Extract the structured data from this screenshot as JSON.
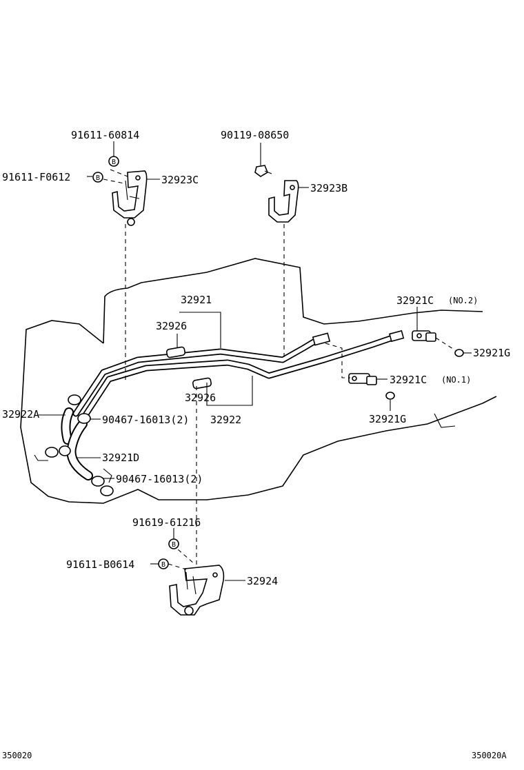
{
  "labels": {
    "p_9161160814": "91611-60814",
    "p_91611F0612": "91611-F0612",
    "p_32923C": "32923C",
    "p_9011908650": "90119-08650",
    "p_32923B": "32923B",
    "p_32921": "32921",
    "p_32926_top": "32926",
    "p_32921C_no2": "32921C",
    "p_no2": "(NO.2)",
    "p_32921G_right": "32921G",
    "p_32921C_no1": "32921C",
    "p_no1": "(NO.1)",
    "p_32921G_lower": "32921G",
    "p_32922A": "32922A",
    "p_9046716013_a": "90467-16013(2)",
    "p_32926_mid": "32926",
    "p_32922": "32922",
    "p_32921D": "32921D",
    "p_9046716013_b": "90467-16013(2)",
    "p_9161961216": "91619-61216",
    "p_91611B0614": "91611-B0614",
    "p_32924": "32924",
    "circle_b": "B"
  },
  "footer": {
    "left_code": "350020",
    "right_code": "350020A"
  }
}
